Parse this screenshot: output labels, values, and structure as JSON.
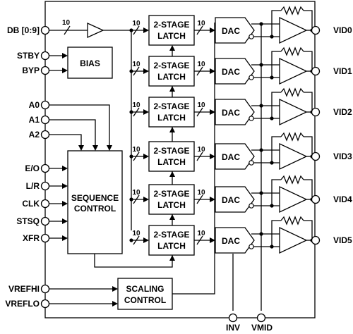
{
  "pins_left": {
    "db": "DB [0:9]",
    "stby": "STBY",
    "byp": "BYP",
    "a0": "A0",
    "a1": "A1",
    "a2": "A2",
    "eo": "E/O",
    "lr": "L/R",
    "clk": "CLK",
    "stsq": "STSQ",
    "xfr": "XFR",
    "vrefhi": "VREFHI",
    "vreflo": "VREFLO"
  },
  "pins_right": [
    "VID0",
    "VID1",
    "VID2",
    "VID3",
    "VID4",
    "VID5"
  ],
  "pins_bottom": {
    "inv": "INV",
    "vmid": "VMID"
  },
  "blocks": {
    "bias": "BIAS",
    "sequence_line1": "SEQUENCE",
    "sequence_line2": "CONTROL",
    "scaling_line1": "SCALING",
    "scaling_line2": "CONTROL",
    "latch_line1": "2-STAGE",
    "latch_line2": "LATCH",
    "dac": "DAC"
  },
  "bus_width": "10",
  "channel_count": 6
}
